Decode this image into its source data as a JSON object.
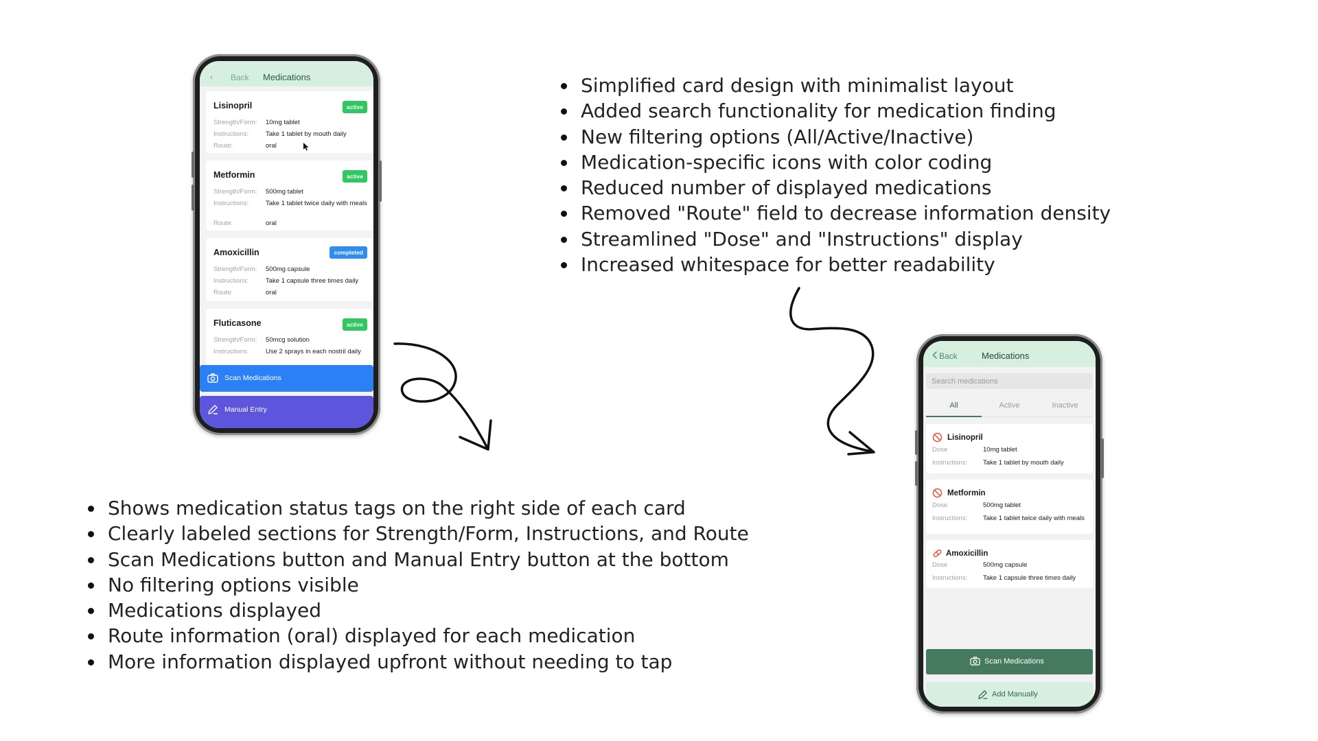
{
  "new_design_points": [
    "Simplified card design with minimalist layout",
    "Added search functionality for medication finding",
    "New filtering options (All/Active/Inactive)",
    "Medication-specific icons with color coding",
    "Reduced number of displayed medications",
    "Removed \"Route\" field to decrease information density",
    "Streamlined \"Dose\" and \"Instructions\" display",
    "Increased whitespace for better readability"
  ],
  "old_design_points": [
    "Shows medication status tags on the right side of each card",
    "Clearly labeled sections for Strength/Form, Instructions, and Route",
    "Scan Medications button and Manual Entry button at the bottom",
    "No filtering options visible",
    "Medications displayed",
    "Route information (oral) displayed for each medication",
    "More information displayed upfront without needing to tap"
  ],
  "old_screen": {
    "back_label": "Back",
    "title": "Medications",
    "labels": {
      "strength": "Strength/Form:",
      "instructions": "Instructions:",
      "route": "Route:"
    },
    "meds": [
      {
        "name": "Lisinopril",
        "status": "active",
        "strength": "10mg tablet",
        "instructions": "Take 1 tablet by mouth daily",
        "route": "oral"
      },
      {
        "name": "Metformin",
        "status": "active",
        "strength": "500mg tablet",
        "instructions": "Take 1 tablet twice daily with meals",
        "route": "oral"
      },
      {
        "name": "Amoxicillin",
        "status": "completed",
        "strength": "500mg capsule",
        "instructions": "Take 1 capsule three times daily",
        "route": "oral"
      },
      {
        "name": "Fluticasone",
        "status": "active",
        "strength": "50mcg solution",
        "instructions": "Use 2 sprays in each nostril daily"
      }
    ],
    "scan_button": "Scan Medications",
    "manual_button": "Manual Entry",
    "colors": {
      "header": "#d6efdf",
      "active_badge": "#2fc760",
      "completed_badge": "#2f8df2",
      "scan": "#2b80f5",
      "manual": "#5e55dd"
    }
  },
  "new_screen": {
    "back_label": "Back",
    "title": "Medications",
    "search_placeholder": "Search medications",
    "tabs": [
      "All",
      "Active",
      "Inactive"
    ],
    "active_tab": "All",
    "labels": {
      "dose": "Dose",
      "instructions": "Instructions:"
    },
    "meds": [
      {
        "name": "Lisinopril",
        "icon": "no-entry-icon",
        "dose": "10mg tablet",
        "instructions": "Take 1 tablet by mouth daily"
      },
      {
        "name": "Metformin",
        "icon": "no-entry-icon",
        "dose": "500mg tablet",
        "instructions": "Take 1 tablet twice daily with meals"
      },
      {
        "name": "Amoxicillin",
        "icon": "pill-icon",
        "dose": "500mg capsule",
        "instructions": "Take 1 capsule three times daily"
      }
    ],
    "scan_button": "Scan Medications",
    "add_button": "Add Manually",
    "colors": {
      "header": "#d6efdf",
      "scan": "#457a5e",
      "add": "#d7efdf",
      "icon": "#e5533d"
    }
  }
}
